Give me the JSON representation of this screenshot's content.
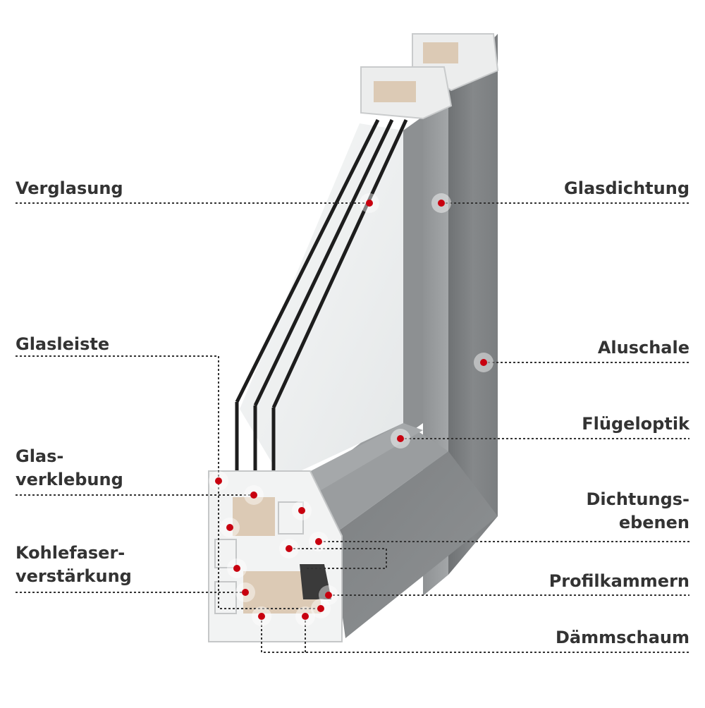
{
  "labels": {
    "verglasung": "Verglasung",
    "glasleiste": "Glasleiste",
    "glasverklebung_1": "Glas-",
    "glasverklebung_2": "verklebung",
    "kohlefaser_1": "Kohlefaser-",
    "kohlefaser_2": "verstärkung",
    "glasdichtung": "Glasdichtung",
    "aluschale": "Aluschale",
    "fluegeloptik": "Flügeloptik",
    "dichtungsebenen_1": "Dichtungs-",
    "dichtungsebenen_2": "ebenen",
    "profilkammern": "Profilkammern",
    "daemmschaum": "Dämmschaum"
  },
  "colors": {
    "marker": "#c8000f",
    "text": "#333333",
    "aluminium": "#8a8c8e",
    "pvc": "#f2f3f3",
    "foam": "#dccab5"
  }
}
